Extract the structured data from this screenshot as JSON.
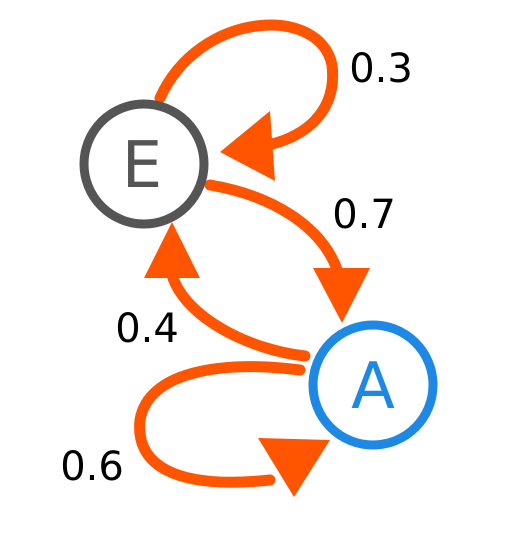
{
  "colors": {
    "edge": "#FF5500",
    "node_E": "#555555",
    "node_A": "#1E88E5",
    "label": "#000000",
    "background": "#FFFFFF"
  },
  "nodes": {
    "E": {
      "label": "E"
    },
    "A": {
      "label": "A"
    }
  },
  "edges": {
    "E_to_E": {
      "from": "E",
      "to": "E",
      "label": "0.3"
    },
    "E_to_A": {
      "from": "E",
      "to": "A",
      "label": "0.7"
    },
    "A_to_E": {
      "from": "A",
      "to": "E",
      "label": "0.4"
    },
    "A_to_A": {
      "from": "A",
      "to": "A",
      "label": "0.6"
    }
  }
}
